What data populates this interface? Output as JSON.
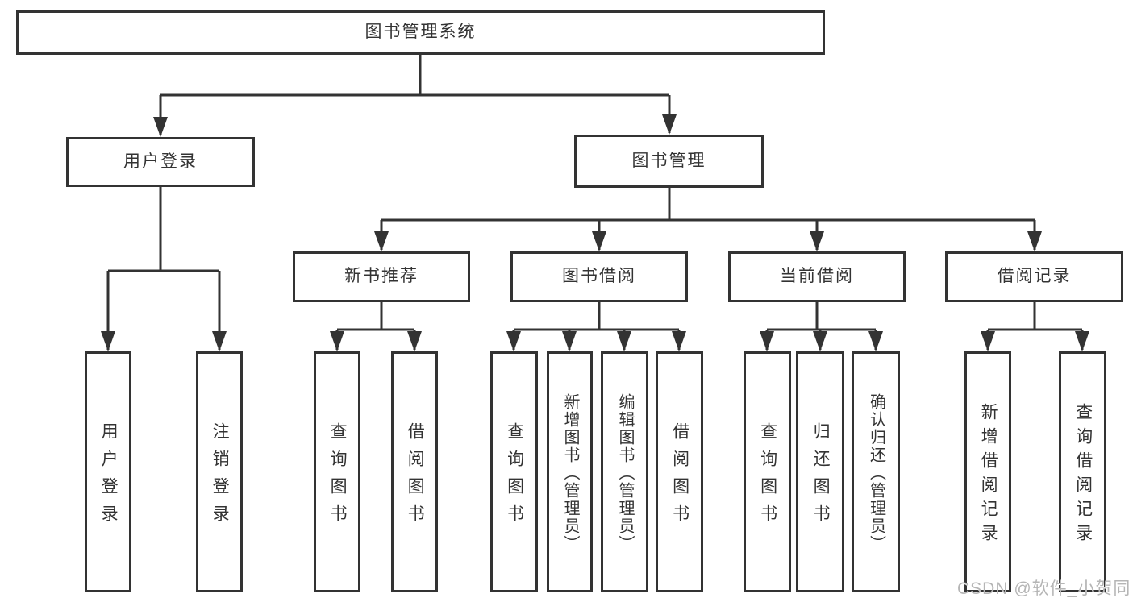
{
  "diagram": {
    "title": "图书管理系统",
    "nodes": {
      "root": "图书管理系统",
      "user_login": "用户登录",
      "book_mgmt": "图书管理",
      "new_book_rec": "新书推荐",
      "book_borrow": "图书借阅",
      "current_borrow": "当前借阅",
      "borrow_record": "借阅记录",
      "ul_login": "用户登录",
      "ul_logout": "注销登录",
      "nb_query": "查询图书",
      "nb_borrow": "借阅图书",
      "bb_query": "查询图书",
      "bb_add": "新增图书（管理员）",
      "bb_edit": "编辑图书（管理员）",
      "bb_borrow": "借阅图书",
      "cb_query": "查询图书",
      "cb_return": "归还图书",
      "cb_confirm": "确认归还（管理员）",
      "br_add": "新增借阅记录",
      "br_query": "查询借阅记录"
    },
    "watermark": "CSDN @软件_小贺同学",
    "colors": {
      "line": "#333333",
      "text": "#333333",
      "box_fill": "#ffffff",
      "watermark": "#b5b5b5"
    }
  }
}
